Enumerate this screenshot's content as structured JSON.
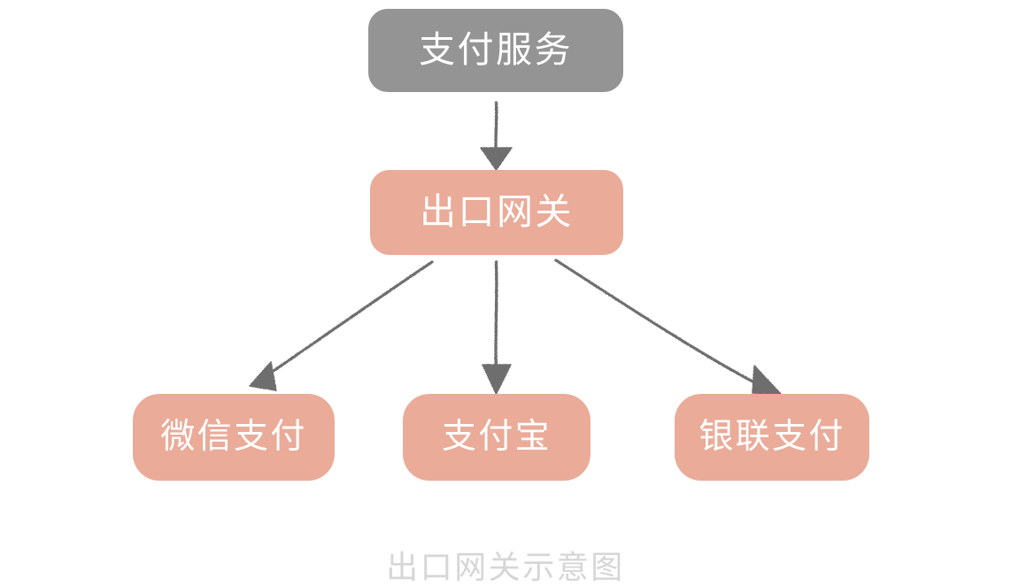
{
  "diagram": {
    "title": "出口网关示意图",
    "caption": "出口网关示意图",
    "caption_color": "#d6d6d6",
    "background_color": "#ffffff",
    "arrow_color": "#6e6e6e",
    "nodes": [
      {
        "id": "service",
        "label": "支付服务",
        "fill": "#949494",
        "text_color": "#ffffff",
        "shape": "rounded-rect"
      },
      {
        "id": "gateway",
        "label": "出口网关",
        "fill": "#eaab99",
        "text_color": "#ffffff",
        "shape": "rounded-rect"
      },
      {
        "id": "wechat",
        "label": "微信支付",
        "fill": "#eaab99",
        "text_color": "#ffffff",
        "shape": "rounded-rect"
      },
      {
        "id": "alipay",
        "label": "支付宝",
        "fill": "#eaab99",
        "text_color": "#ffffff",
        "shape": "rounded-rect"
      },
      {
        "id": "unionpay",
        "label": "银联支付",
        "fill": "#eaab99",
        "text_color": "#ffffff",
        "shape": "rounded-rect"
      }
    ],
    "edges": [
      {
        "id": "service-to-gateway",
        "from": "支付服务",
        "to": "出口网关",
        "style": "hand-drawn-arrow"
      },
      {
        "id": "gateway-to-wechat",
        "from": "出口网关",
        "to": "微信支付",
        "style": "hand-drawn-arrow"
      },
      {
        "id": "gateway-to-alipay",
        "from": "出口网关",
        "to": "支付宝",
        "style": "hand-drawn-arrow"
      },
      {
        "id": "gateway-to-unionpay",
        "from": "出口网关",
        "to": "银联支付",
        "style": "hand-drawn-arrow"
      }
    ]
  }
}
